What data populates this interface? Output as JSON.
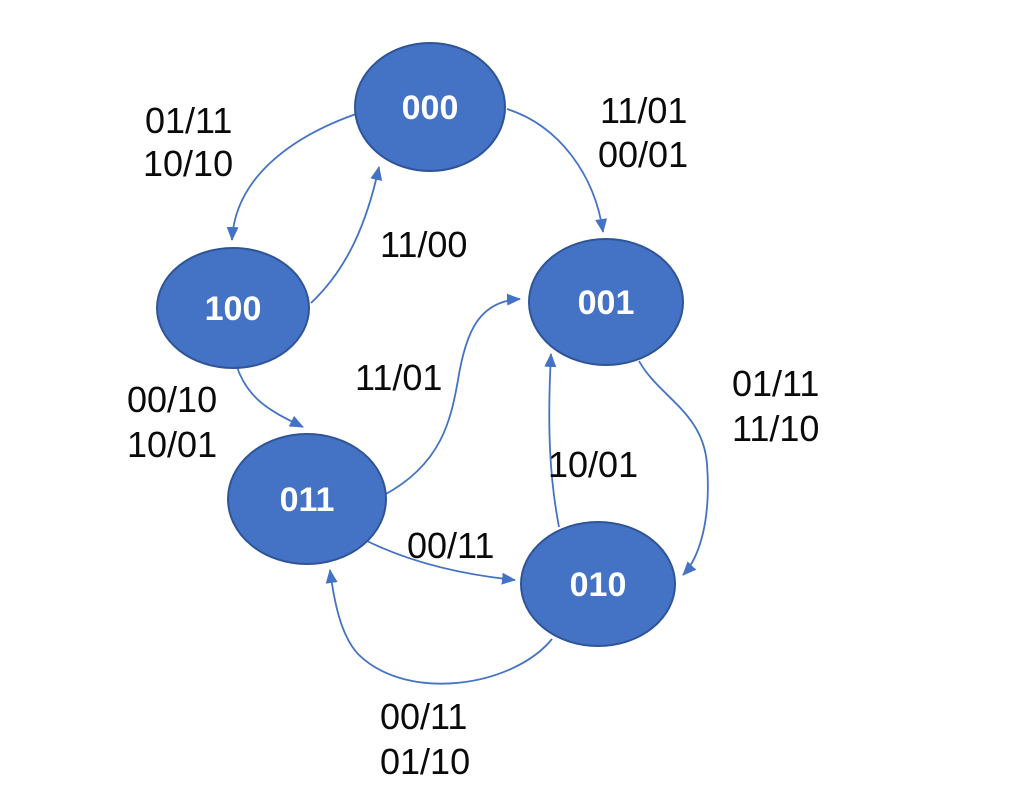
{
  "diagram": {
    "kind": "finite-state-machine",
    "colors": {
      "state_fill": "#4472C4",
      "state_border": "#2F5597",
      "state_text": "#FFFFFF",
      "edge": "#4472C4",
      "edge_label_text": "#0A0A0A",
      "background": "#FFFFFF"
    },
    "states": {
      "s000": {
        "label": "000"
      },
      "s100": {
        "label": "100"
      },
      "s001": {
        "label": "001"
      },
      "s011": {
        "label": "011"
      },
      "s010": {
        "label": "010"
      }
    },
    "transitions": {
      "t_000_100": {
        "from": "000",
        "to": "100",
        "lines": [
          "01/11",
          "10/10"
        ]
      },
      "t_100_000": {
        "from": "100",
        "to": "000",
        "lines": [
          "11/00"
        ]
      },
      "t_000_001": {
        "from": "000",
        "to": "001",
        "lines": [
          "11/01",
          "00/01"
        ]
      },
      "t_100_011": {
        "from": "100",
        "to": "011",
        "lines": [
          "00/10",
          "10/01"
        ]
      },
      "t_011_001": {
        "from": "011",
        "to": "001",
        "lines": [
          "11/01"
        ]
      },
      "t_010_001": {
        "from": "010",
        "to": "001",
        "lines": [
          "10/01"
        ]
      },
      "t_001_010": {
        "from": "001",
        "to": "010",
        "lines": [
          "01/11",
          "11/10"
        ]
      },
      "t_011_010": {
        "from": "011",
        "to": "010",
        "lines": [
          "00/11"
        ]
      },
      "t_010_011": {
        "from": "010",
        "to": "011",
        "lines": [
          "00/11",
          "01/10"
        ]
      }
    }
  }
}
